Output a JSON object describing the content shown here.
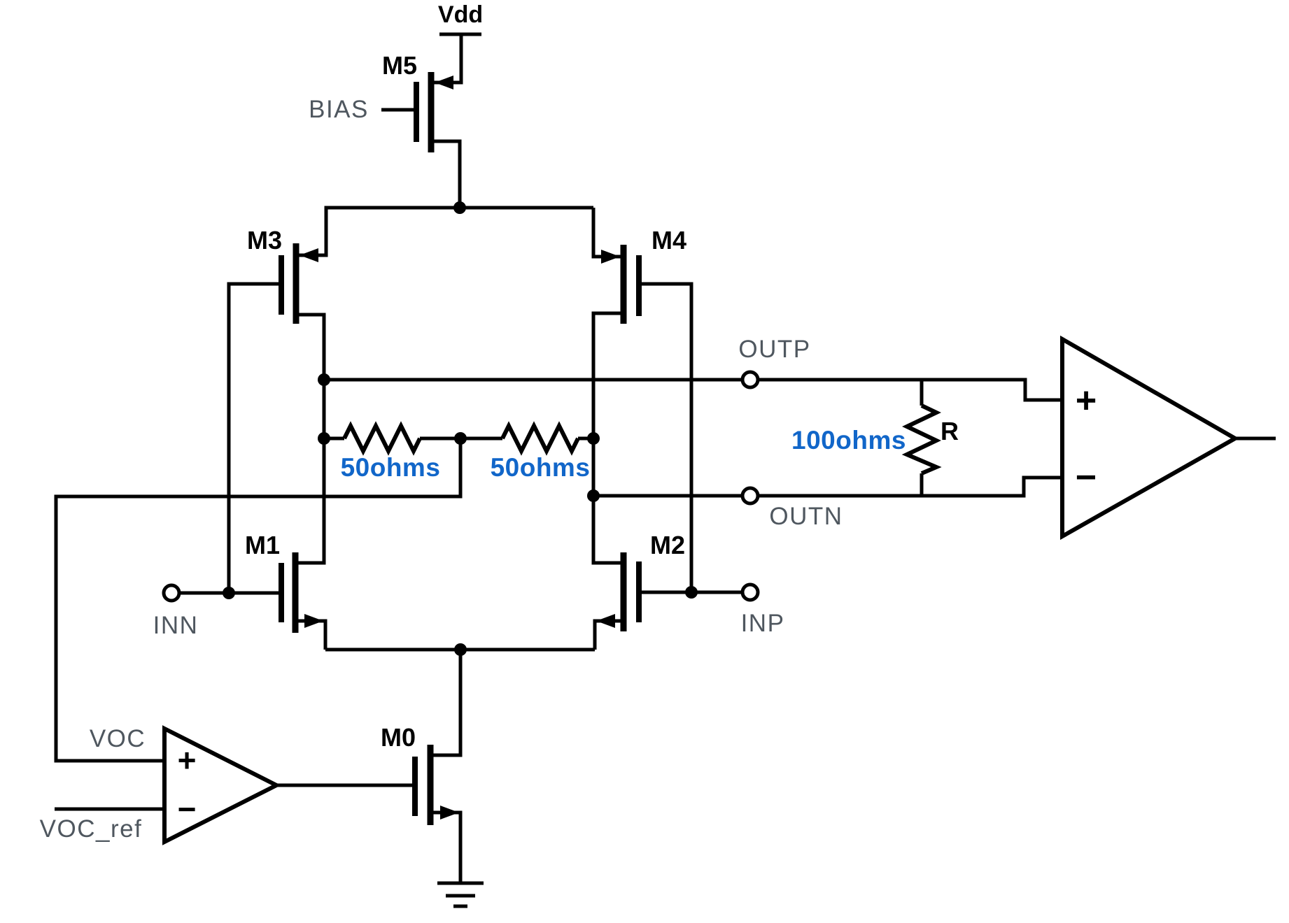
{
  "colors": {
    "wire": "#000000",
    "signal": "#4f575f",
    "value": "#1166c9"
  },
  "labels": {
    "vdd": "Vdd",
    "bias": "BIAS",
    "m5": "M5",
    "m3": "M3",
    "m4": "M4",
    "m1": "M1",
    "m2": "M2",
    "m0": "M0",
    "inn": "INN",
    "inp": "INP",
    "outp": "OUTP",
    "outn": "OUTN",
    "res_left": "50ohms",
    "res_right": "50ohms",
    "res_load_value": "100ohms",
    "res_load_ref": "R",
    "voc": "VOC",
    "voc_ref": "VOC_ref",
    "plus": "+",
    "minus": "−"
  },
  "components": [
    {
      "ref": "M5",
      "kind": "PMOS",
      "gate_net": "BIAS",
      "source_net": "Vdd"
    },
    {
      "ref": "M3",
      "kind": "PMOS",
      "gate_net": "INN"
    },
    {
      "ref": "M4",
      "kind": "PMOS",
      "gate_net": "INP"
    },
    {
      "ref": "M1",
      "kind": "NMOS",
      "gate_net": "INN"
    },
    {
      "ref": "M2",
      "kind": "NMOS",
      "gate_net": "INP"
    },
    {
      "ref": "M0",
      "kind": "NMOS",
      "gate_net": "cmfb-opamp-output"
    },
    {
      "kind": "resistor",
      "value": "50ohms",
      "between": [
        "OUTP",
        "VOC"
      ]
    },
    {
      "kind": "resistor",
      "value": "50ohms",
      "between": [
        "VOC",
        "OUTN"
      ]
    },
    {
      "ref": "R",
      "kind": "resistor",
      "value": "100ohms",
      "between": [
        "OUTP",
        "OUTN"
      ]
    },
    {
      "kind": "op-amp",
      "plus_input": "VOC",
      "minus_input": "VOC_ref"
    },
    {
      "kind": "op-amp",
      "plus_input": "OUTP",
      "minus_input": "OUTN"
    }
  ],
  "nets": [
    "Vdd",
    "BIAS",
    "INN",
    "INP",
    "OUTP",
    "OUTN",
    "VOC",
    "VOC_ref"
  ]
}
